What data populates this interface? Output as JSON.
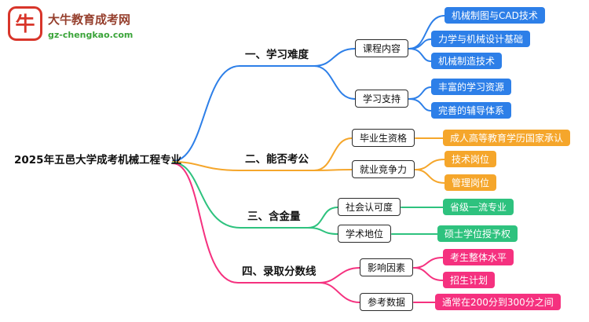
{
  "logo": {
    "title": "大牛教育成考网",
    "subtitle": "gz-chengkao.com",
    "icon": "bull-icon"
  },
  "root": {
    "label": "2025年五邑大学成考机械工程专业"
  },
  "colors": {
    "branch1": "#2D7FE8",
    "branch2": "#F5A62B",
    "branch3": "#2EC27E",
    "bran4": "#F5317F"
  },
  "branches": [
    {
      "label": "一、学习难度",
      "color": "#2D7FE8",
      "children": [
        {
          "label": "课程内容",
          "leaves": [
            "机械制图与CAD技术",
            "力学与机械设计基础",
            "机械制造技术"
          ]
        },
        {
          "label": "学习支持",
          "leaves": [
            "丰富的学习资源",
            "完善的辅导体系"
          ]
        }
      ]
    },
    {
      "label": "二、能否考公",
      "color": "#F5A62B",
      "children": [
        {
          "label": "毕业生资格",
          "leaves": [
            "成人高等教育学历国家承认"
          ]
        },
        {
          "label": "就业竞争力",
          "leaves": [
            "技术岗位",
            "管理岗位"
          ]
        }
      ]
    },
    {
      "label": "三、含金量",
      "color": "#2EC27E",
      "children": [
        {
          "label": "社会认可度",
          "leaves": [
            "省级一流专业"
          ]
        },
        {
          "label": "学术地位",
          "leaves": [
            "硕士学位授予权"
          ]
        }
      ]
    },
    {
      "label": "四、录取分数线",
      "color": "#F5317F",
      "children": [
        {
          "label": "影响因素",
          "leaves": [
            "考生整体水平",
            "招生计划"
          ]
        },
        {
          "label": "参考数据",
          "leaves": [
            "通常在200分到300分之间"
          ]
        }
      ]
    }
  ]
}
